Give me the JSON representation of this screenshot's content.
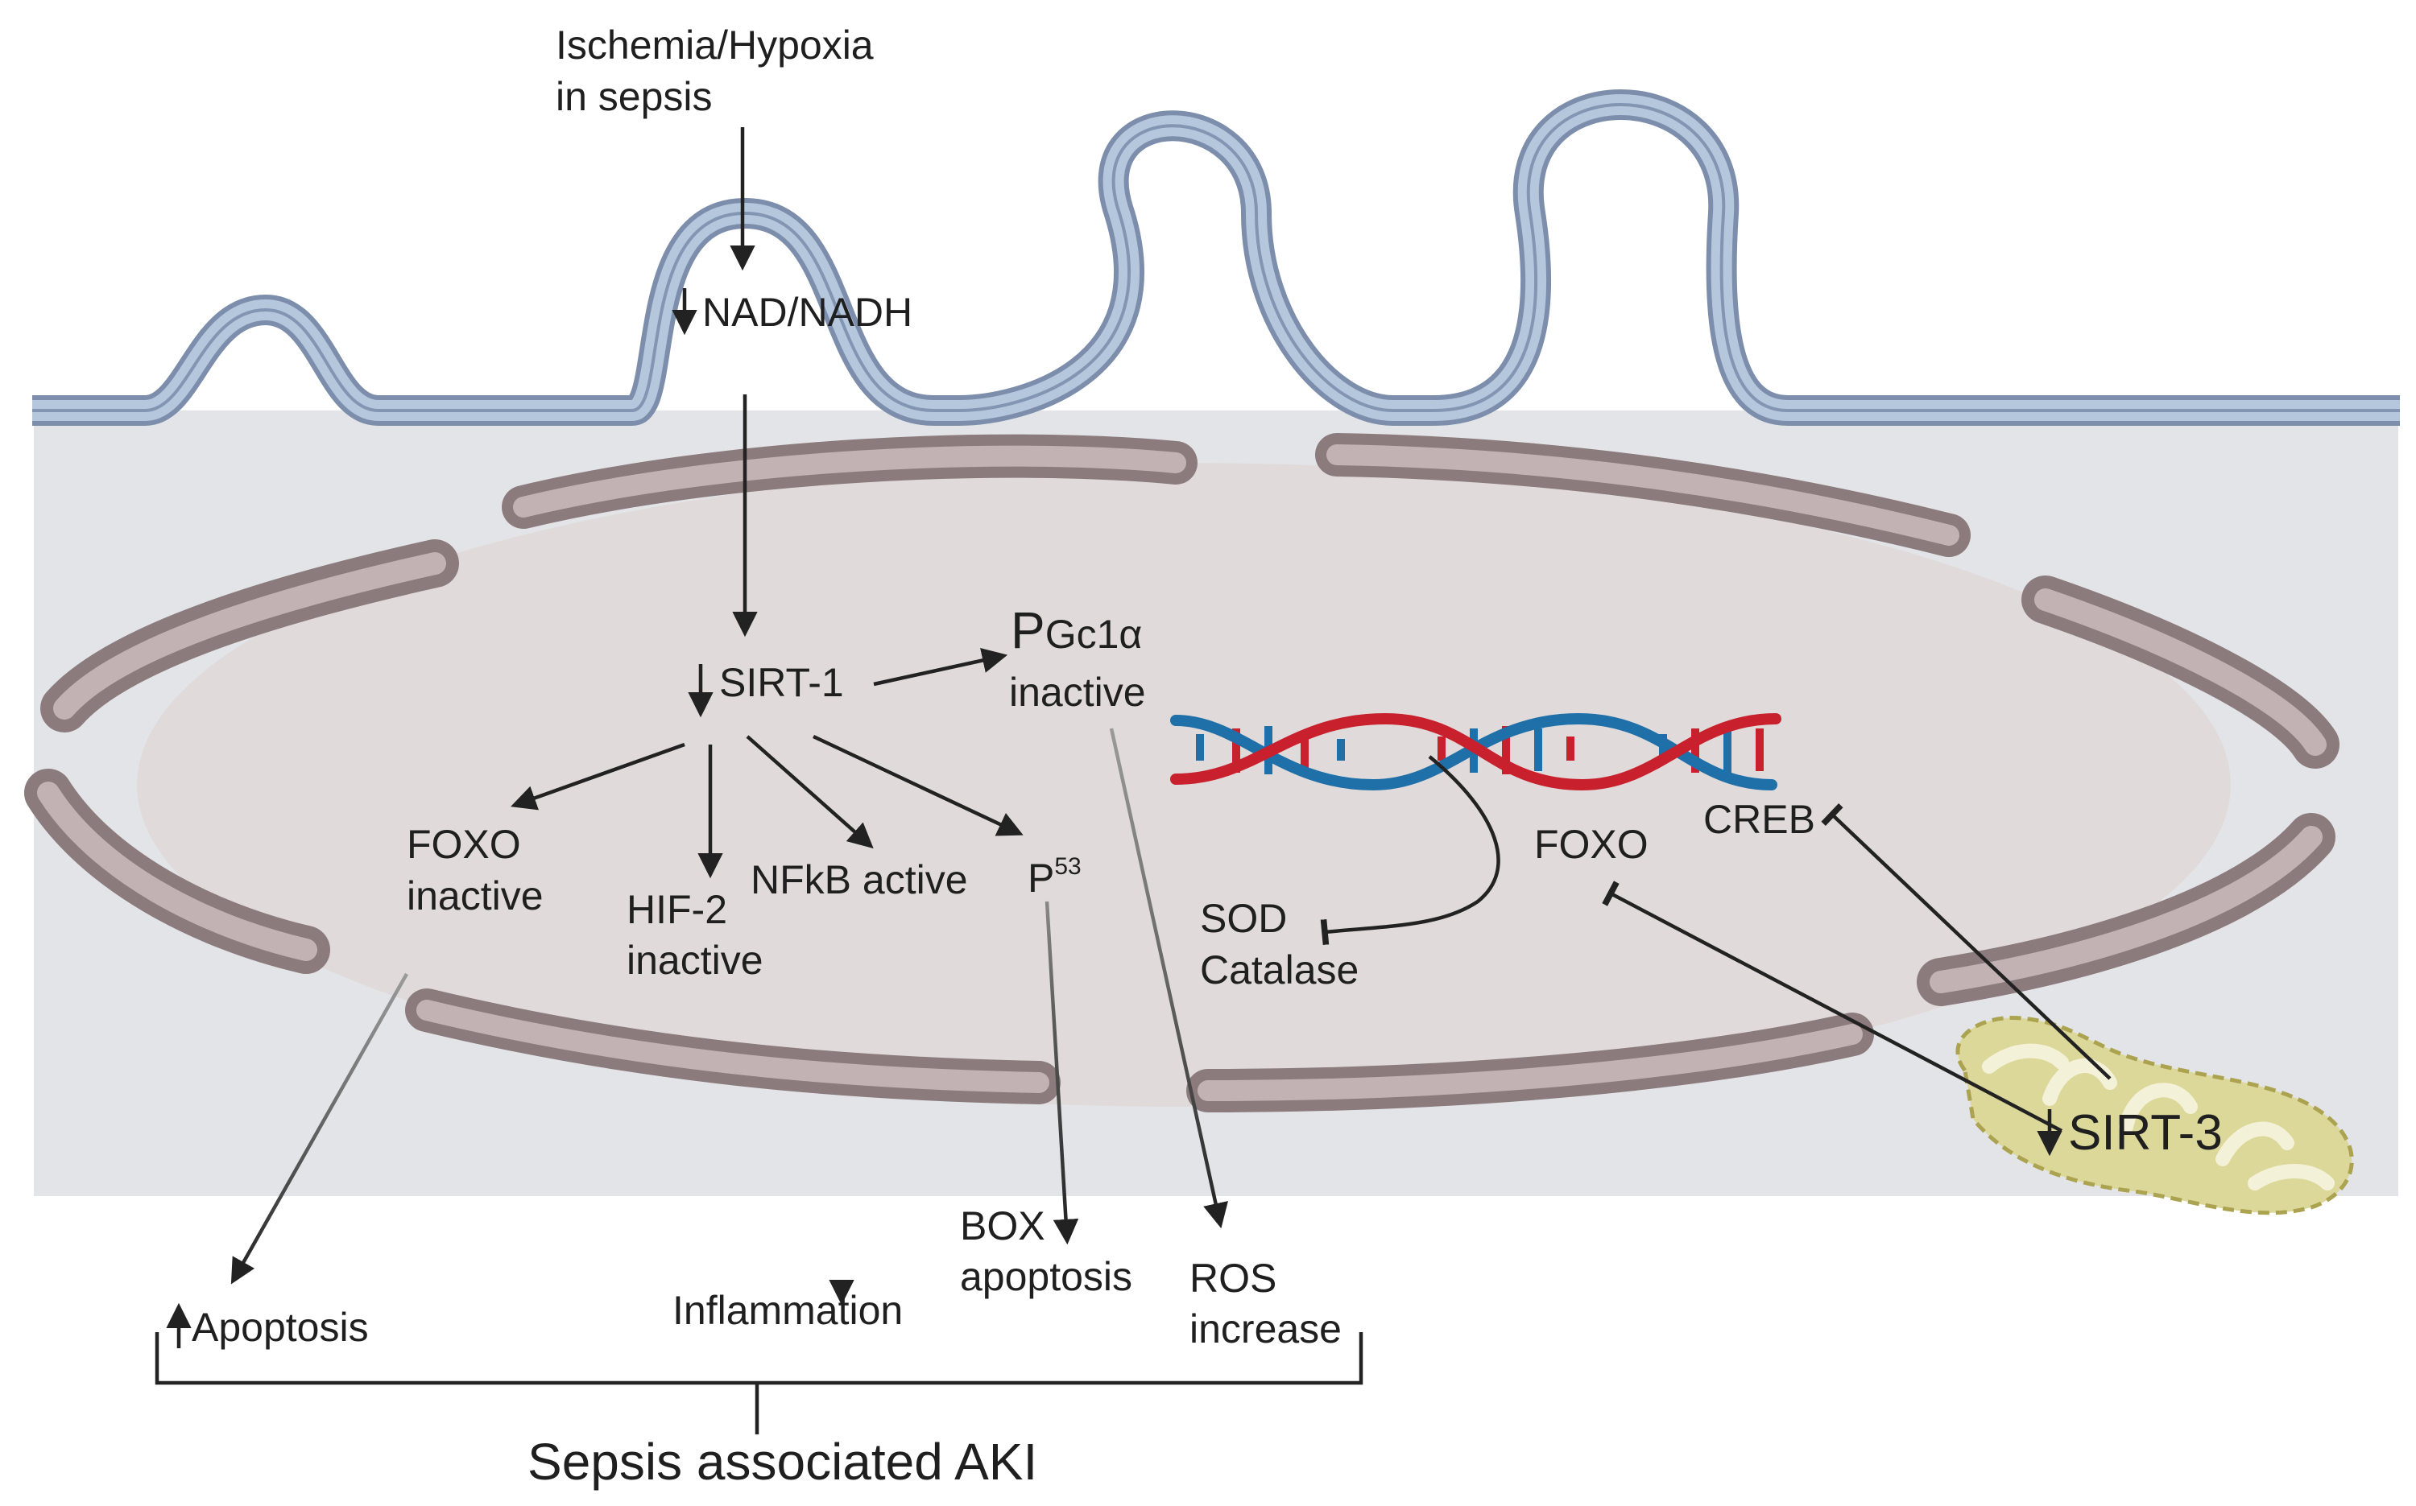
{
  "diagram": {
    "input": {
      "line1": "Ischemia/Hypoxia",
      "line2": "in sepsis"
    },
    "nad": "NAD/NADH",
    "sirt1": "SIRT-1",
    "pgc": {
      "p": "P",
      "rest": "Gc1α",
      "state": "inactive"
    },
    "foxo_left": {
      "line1": "FOXO",
      "line2": "inactive"
    },
    "hif": {
      "line1": "HIF-2",
      "line2": "inactive"
    },
    "nfkb": "NFkB active",
    "p53": {
      "base": "P",
      "sup": "53"
    },
    "sod": {
      "line1": "SOD",
      "line2": "Catalase"
    },
    "foxo_right": "FOXO",
    "creb": "CREB",
    "sirt3": "SIRT-3",
    "outcomes": {
      "apoptosis": "Apoptosis",
      "inflammation": "Inflammation",
      "box": {
        "line1": "BOX",
        "line2": "apoptosis"
      },
      "ros": {
        "line1": "ROS",
        "line2": "increase"
      }
    },
    "result": "Sepsis associated AKI",
    "colors": {
      "membrane": "#b5c7dd",
      "membrane_edge": "#7c8eab",
      "cytoplasm": "#e3e4e8",
      "nucleus": "#e0dbda",
      "er": "#8b7b7d",
      "er_inner": "#c3b2b3",
      "dna_red": "#c8202c",
      "dna_blue": "#1f6fa8",
      "mito": "#dcd89a",
      "mito_edge": "#aca350"
    }
  }
}
